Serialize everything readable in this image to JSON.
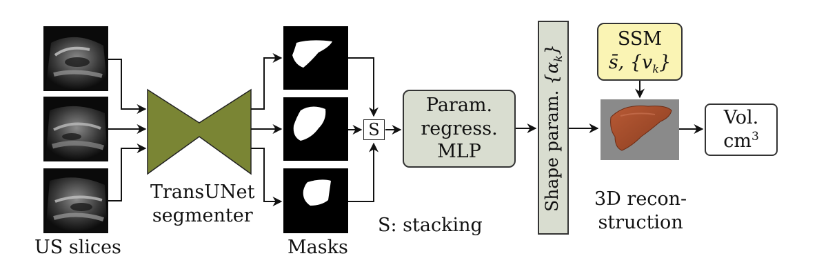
{
  "labels": {
    "us_slices": "US slices",
    "segmenter_line1": "TransUNet",
    "segmenter_line2": "segmenter",
    "masks": "Masks",
    "stacking_symbol": "S",
    "stacking_legend": "S: stacking",
    "mlp_line1": "Param.",
    "mlp_line2": "regress.",
    "mlp_line3": "MLP",
    "shape_param_text": "Shape param.",
    "shape_param_symbol": "{αk}",
    "ssm_title": "SSM",
    "ssm_formula": "s̄, {vk}",
    "recon_line1": "3D recon-",
    "recon_line2": "struction",
    "vol_line1": "Vol.",
    "vol_line2": "cm3"
  },
  "colors": {
    "segmenter_fill": "#7a8534",
    "mlp_fill": "#d9ddd0",
    "ssm_fill": "#faf4b4",
    "liver": "#a24b2a",
    "render_bg": "#8a8a8a",
    "mask_bg": "#000000"
  }
}
